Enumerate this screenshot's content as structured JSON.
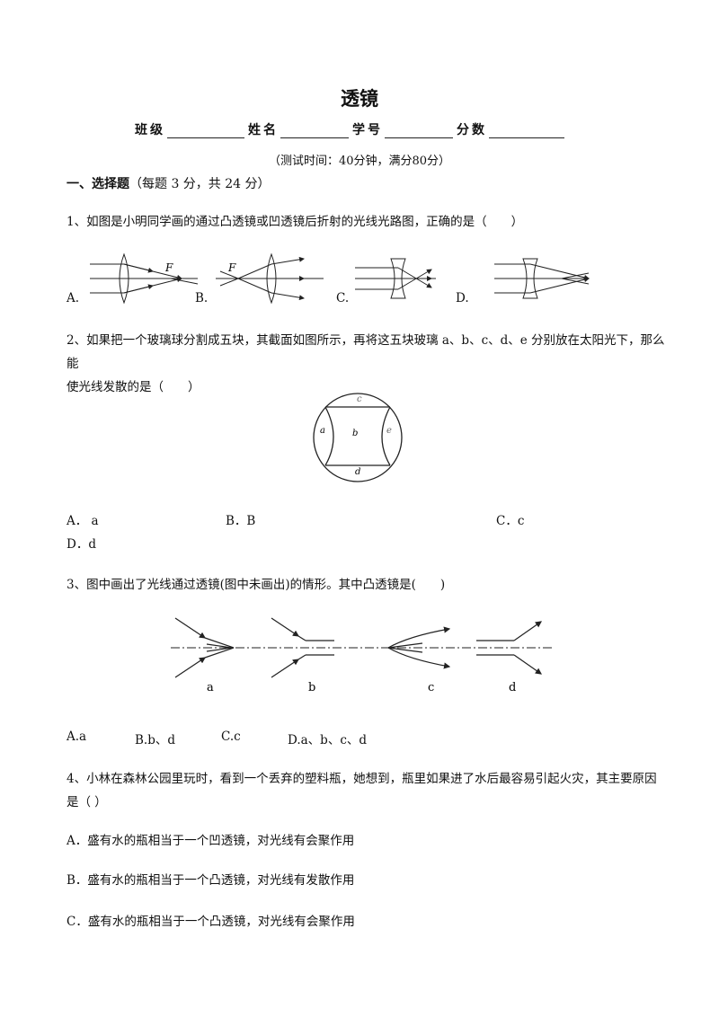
{
  "title": "透镜",
  "info": {
    "class_label": "班级",
    "name_label": "姓名",
    "id_label": "学号",
    "score_label": "分数"
  },
  "subinfo": "（测试时间：40分钟，满分80分）",
  "section": {
    "title": "一、选择题",
    "note": "（每题 3 分，共 24 分）"
  },
  "q1": {
    "text": "1、如图是小明同学画的通过凸透镜或凹透镜后折射的光线光路图，正确的是（　　）",
    "options": [
      "A.",
      "B.",
      "C.",
      "D."
    ],
    "focus_label": "F"
  },
  "q2": {
    "line1": "2、如果把一个玻璃球分割成五块，其截面如图所示，再将这五块玻璃 a、b、c、d、e 分别放在太阳光下，那么能",
    "line2": "使光线发散的是（　　）",
    "figure_labels": {
      "a": "a",
      "b": "b",
      "c": "c",
      "d": "d",
      "e": "e"
    },
    "options": [
      "A．  a",
      "B．B",
      "C．c",
      "D．d"
    ]
  },
  "q3": {
    "text": "3、图中画出了光线通过透镜(图中未画出)的情形。其中凸透镜是(　　)",
    "figure_labels": [
      "a",
      "b",
      "c",
      "d"
    ],
    "options": [
      "A.a",
      "B.b、d",
      "C.c",
      "D.a、b、c、d"
    ]
  },
  "q4": {
    "line1": "4、小林在森林公园里玩时，看到一个丢弃的塑料瓶，她想到，瓶里如果进了水后最容易引起火灾，其主要原因",
    "line2": "是（  ）",
    "options": [
      "A．盛有水的瓶相当于一个凹透镜，对光线有会聚作用",
      "B．盛有水的瓶相当于一个凸透镜，对光线有发散作用",
      "C．盛有水的瓶相当于一个凸透镜，对光线有会聚作用"
    ]
  }
}
